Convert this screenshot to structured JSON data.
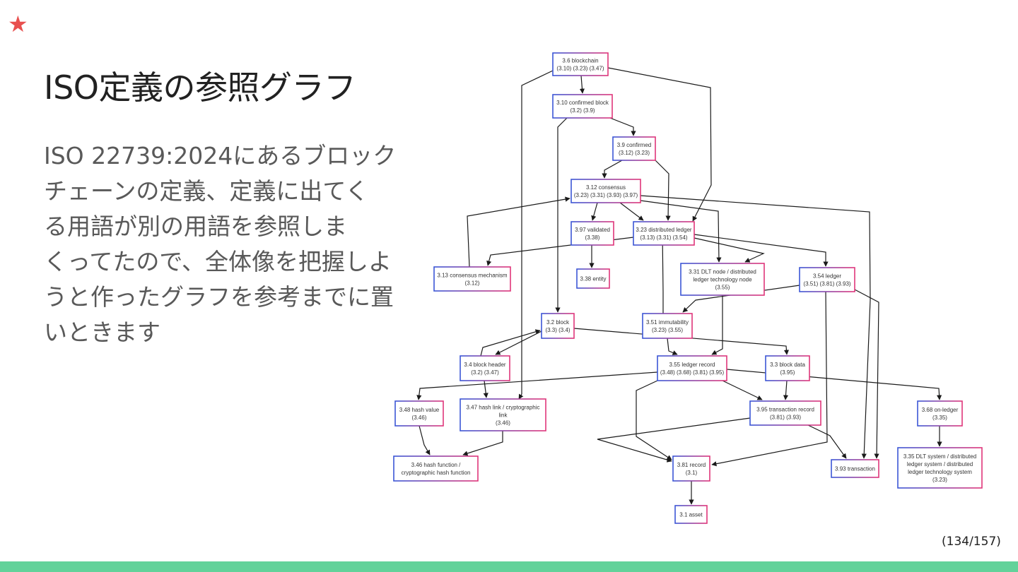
{
  "slide": {
    "star": "★",
    "title": "ISO定義の参照グラフ",
    "body_lines": [
      "ISO 22739:2024にあるブロック",
      "チェーンの定義、定義に出てく",
      "る用語が別の用語を参照しま",
      "くってたので、全体像を把握しよ",
      "うと作ったグラフを参考までに置",
      "いときます"
    ],
    "page_number": "(134/157)"
  },
  "colors": {
    "node_left": "#3b56d6",
    "node_right": "#e0357a",
    "accent_bar": "#62d29a",
    "star": "#e8504f"
  },
  "diagram": {
    "nodes": [
      {
        "id": "n3_6",
        "lines": [
          "3.6 blockchain",
          "(3.10) (3.23) (3.47)"
        ]
      },
      {
        "id": "n3_10",
        "lines": [
          "3.10 confirmed block",
          "(3.2) (3.9)"
        ]
      },
      {
        "id": "n3_9",
        "lines": [
          "3.9 confirmed",
          "(3.12) (3.23)"
        ]
      },
      {
        "id": "n3_12",
        "lines": [
          "3.12 consensus",
          "(3.23) (3.31) (3.93) (3.97)"
        ]
      },
      {
        "id": "n3_97",
        "lines": [
          "3.97 validated",
          "(3.38)"
        ]
      },
      {
        "id": "n3_23",
        "lines": [
          "3.23 distributed ledger",
          "(3.13) (3.31) (3.54)"
        ]
      },
      {
        "id": "n3_13",
        "lines": [
          "3.13 consensus mechanism",
          "(3.12)"
        ]
      },
      {
        "id": "n3_38",
        "lines": [
          "3.38 entity"
        ]
      },
      {
        "id": "n3_31",
        "lines": [
          "3.31 DLT node / distributed",
          "ledger technology node",
          "(3.55)"
        ]
      },
      {
        "id": "n3_54",
        "lines": [
          "3.54 ledger",
          "(3.51) (3.81) (3.93)"
        ]
      },
      {
        "id": "n3_2",
        "lines": [
          "3.2 block",
          "(3.3) (3.4)"
        ]
      },
      {
        "id": "n3_51",
        "lines": [
          "3.51 immutability",
          "(3.23) (3.55)"
        ]
      },
      {
        "id": "n3_4",
        "lines": [
          "3.4 block header",
          "(3.2) (3.47)"
        ]
      },
      {
        "id": "n3_55",
        "lines": [
          "3.55 ledger record",
          "(3.48) (3.68) (3.81) (3.95)"
        ]
      },
      {
        "id": "n3_3",
        "lines": [
          "3.3 block data",
          "(3.95)"
        ]
      },
      {
        "id": "n3_48",
        "lines": [
          "3.48 hash value",
          "(3.46)"
        ]
      },
      {
        "id": "n3_47",
        "lines": [
          "3.47 hash link / cryptographic",
          "link",
          "(3.46)"
        ]
      },
      {
        "id": "n3_95",
        "lines": [
          "3.95 transaction record",
          "(3.81) (3.93)"
        ]
      },
      {
        "id": "n3_68",
        "lines": [
          "3.68 on-ledger",
          "(3.35)"
        ]
      },
      {
        "id": "n3_46",
        "lines": [
          "3.46 hash function /",
          "cryptographic hash function"
        ]
      },
      {
        "id": "n3_81",
        "lines": [
          "3.81 record",
          "(3.1)"
        ]
      },
      {
        "id": "n3_93",
        "lines": [
          "3.93 transaction"
        ]
      },
      {
        "id": "n3_35",
        "lines": [
          "3.35 DLT system / distributed",
          "ledger system / distributed",
          "ledger technology system",
          "(3.23)"
        ]
      },
      {
        "id": "n3_1",
        "lines": [
          "3.1 asset"
        ]
      }
    ],
    "edges": [
      [
        "n3_6",
        "n3_10"
      ],
      [
        "n3_6",
        "n3_23"
      ],
      [
        "n3_6",
        "n3_47"
      ],
      [
        "n3_10",
        "n3_2"
      ],
      [
        "n3_10",
        "n3_9"
      ],
      [
        "n3_9",
        "n3_12"
      ],
      [
        "n3_9",
        "n3_23"
      ],
      [
        "n3_12",
        "n3_23"
      ],
      [
        "n3_12",
        "n3_31"
      ],
      [
        "n3_12",
        "n3_93"
      ],
      [
        "n3_12",
        "n3_97"
      ],
      [
        "n3_97",
        "n3_38"
      ],
      [
        "n3_23",
        "n3_13"
      ],
      [
        "n3_23",
        "n3_31"
      ],
      [
        "n3_23",
        "n3_54"
      ],
      [
        "n3_13",
        "n3_12"
      ],
      [
        "n3_31",
        "n3_55"
      ],
      [
        "n3_54",
        "n3_51"
      ],
      [
        "n3_54",
        "n3_81"
      ],
      [
        "n3_54",
        "n3_93"
      ],
      [
        "n3_2",
        "n3_3"
      ],
      [
        "n3_2",
        "n3_4"
      ],
      [
        "n3_51",
        "n3_23"
      ],
      [
        "n3_51",
        "n3_55"
      ],
      [
        "n3_4",
        "n3_2"
      ],
      [
        "n3_4",
        "n3_47"
      ],
      [
        "n3_55",
        "n3_48"
      ],
      [
        "n3_55",
        "n3_68"
      ],
      [
        "n3_55",
        "n3_81"
      ],
      [
        "n3_55",
        "n3_95"
      ],
      [
        "n3_3",
        "n3_95"
      ],
      [
        "n3_48",
        "n3_46"
      ],
      [
        "n3_47",
        "n3_46"
      ],
      [
        "n3_95",
        "n3_81"
      ],
      [
        "n3_95",
        "n3_93"
      ],
      [
        "n3_68",
        "n3_35"
      ],
      [
        "n3_35",
        "n3_23"
      ],
      [
        "n3_81",
        "n3_1"
      ]
    ]
  }
}
